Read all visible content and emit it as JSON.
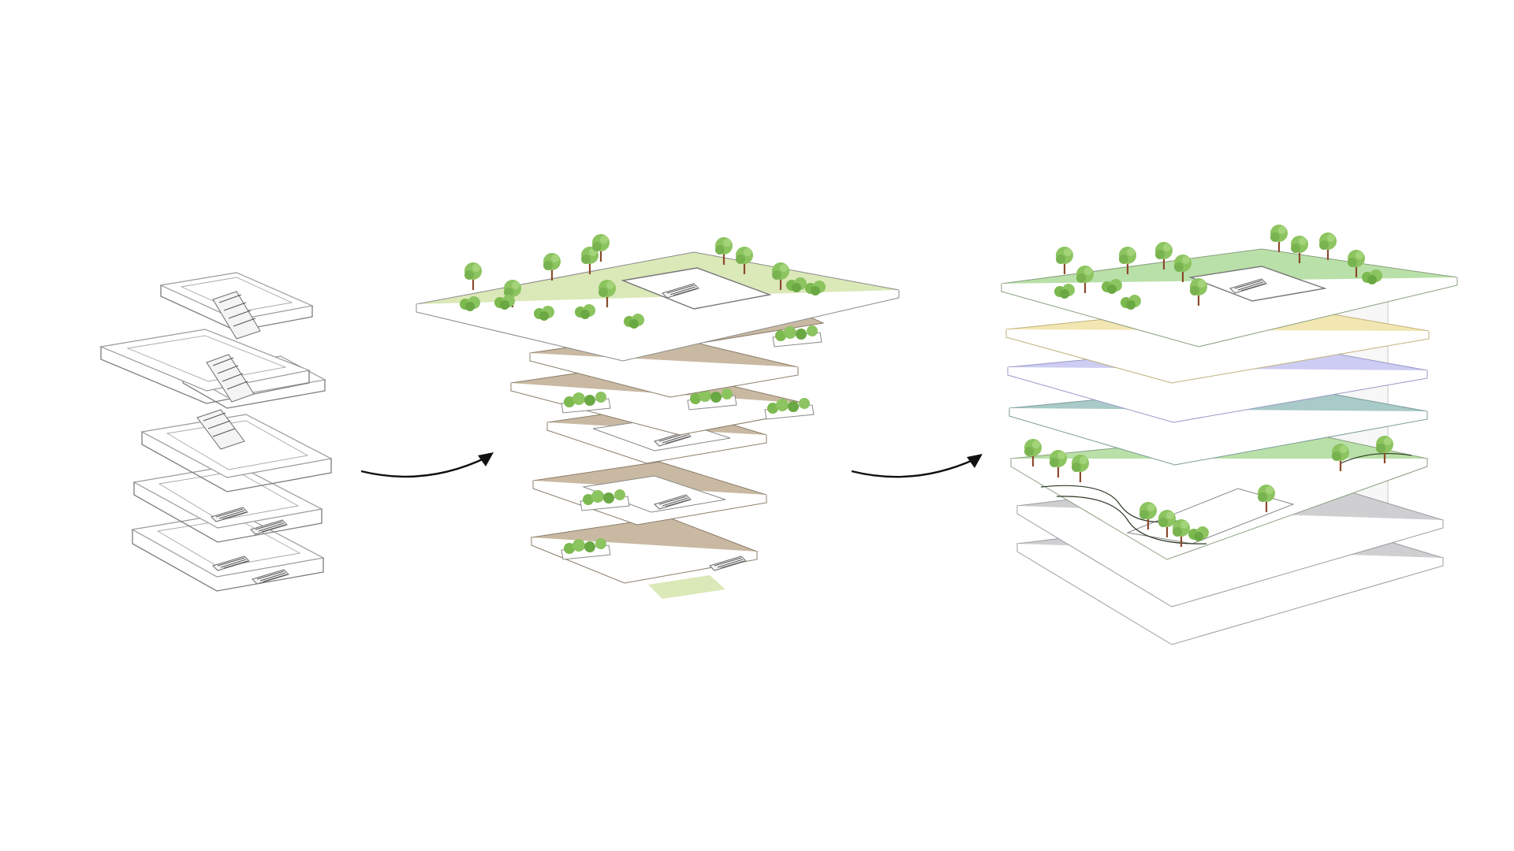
{
  "diagram": {
    "stages": [
      {
        "id": "structure",
        "icon": "wireframe-slabs-icon"
      },
      {
        "id": "green-terraces",
        "icon": "terraced-green-slabs-icon"
      },
      {
        "id": "program-layers",
        "icon": "colored-program-layers-icon"
      }
    ],
    "arrows": [
      {
        "from": "structure",
        "to": "green-terraces",
        "icon": "curved-arrow-icon"
      },
      {
        "from": "green-terraces",
        "to": "program-layers",
        "icon": "curved-arrow-icon"
      }
    ],
    "colors": {
      "roof_green": "#dbe8b8",
      "terrace_tan": "#c9b9a2",
      "tree_green": "#8cc460",
      "layer_green": "#b9e0a8",
      "layer_yellow": "#f2e6b2",
      "layer_lavender": "#cdccf2",
      "layer_teal": "#a8cac8",
      "layer_gray": "#cfcfd2",
      "arrow": "#111111"
    }
  }
}
